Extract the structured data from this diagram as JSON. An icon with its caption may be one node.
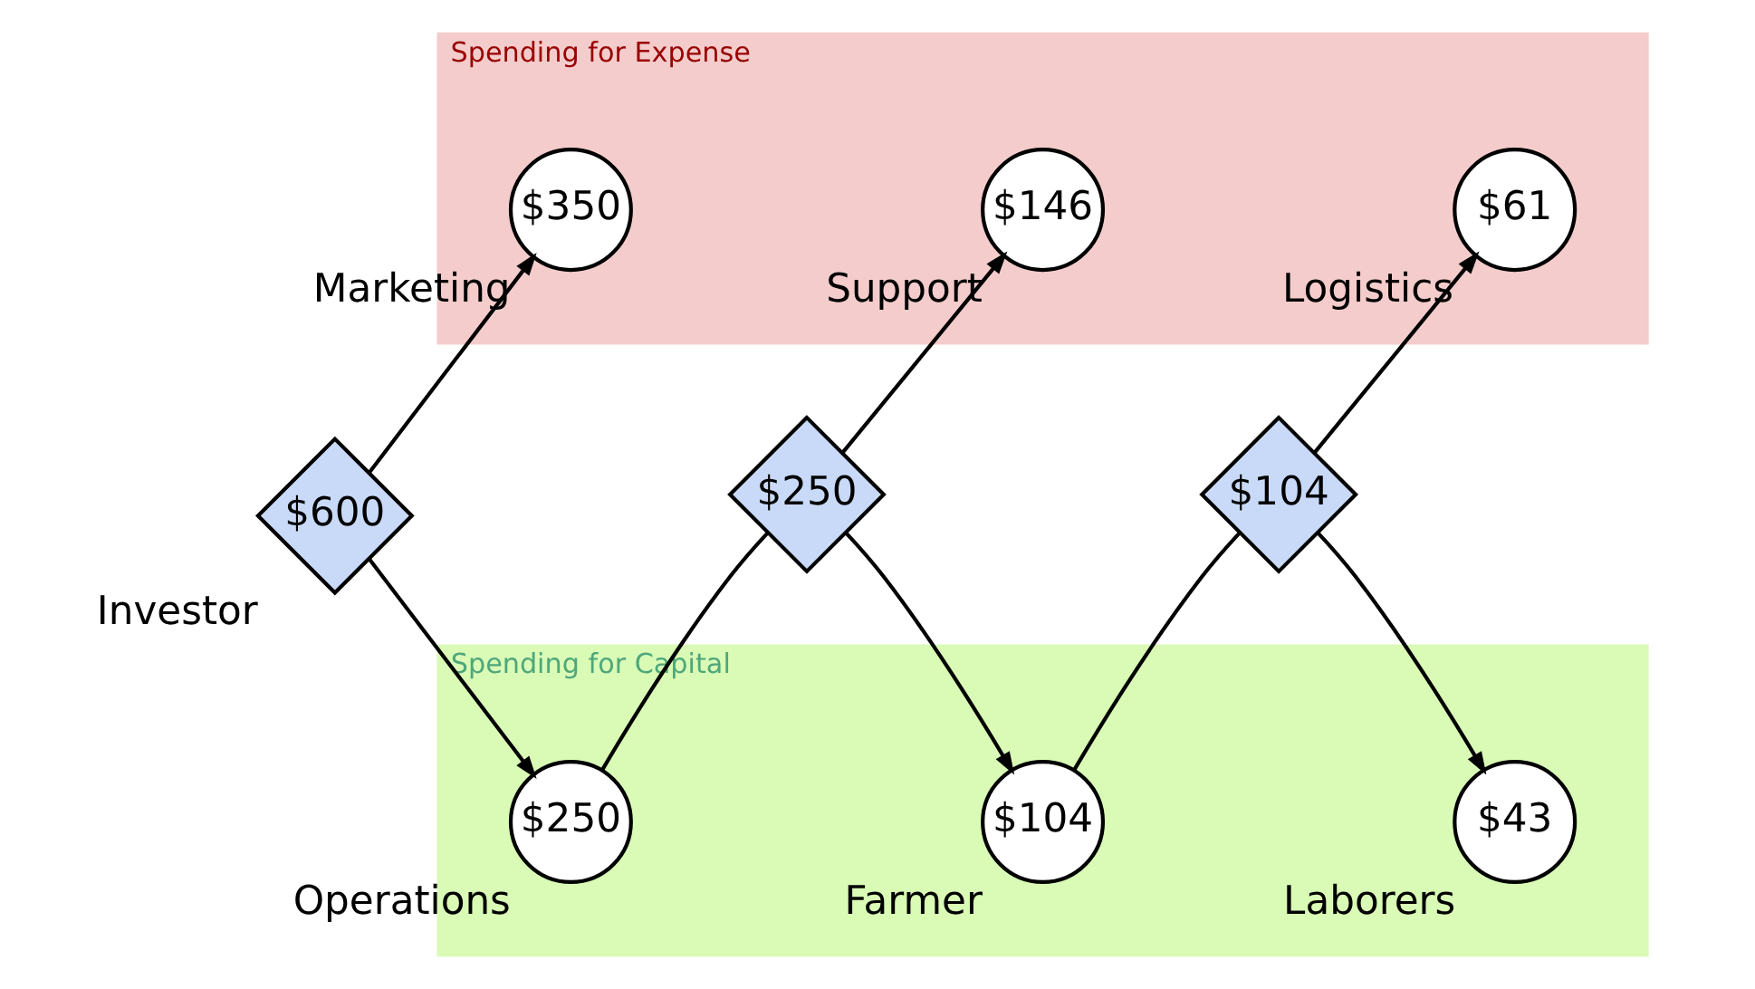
{
  "diagram": {
    "nodes": [
      {
        "text": [
          "Spending for Expense"
        ]
      },
      {
        "text": [
          "Spending for Capital"
        ]
      },
      {
        "text": [
          "$600"
        ],
        "beside": [
          "Investor"
        ]
      },
      {
        "text": [
          "$350"
        ],
        "in": 0,
        "beside": [
          "Marketing"
        ]
      },
      {
        "text": [
          "$250"
        ],
        "in": 1,
        "beside": [
          "Operations"
        ]
      },
      {
        "text": [
          "$250"
        ]
      },
      {
        "text": [
          "$146"
        ],
        "in": 0,
        "beside": [
          "Support"
        ]
      },
      {
        "text": [
          "$104"
        ],
        "in": 1,
        "beside": [
          "Farmer"
        ]
      },
      {
        "text": [
          "$104"
        ]
      },
      {
        "text": [
          "$61"
        ],
        "in": 0,
        "beside": [
          "Logistics"
        ]
      },
      {
        "text": [
          "$43"
        ],
        "in": 1,
        "beside": [
          "Laborers"
        ]
      }
    ],
    "edges": [
      {
        "from": 2,
        "to": 3,
        "arrow": "to"
      },
      {
        "from": 2,
        "to": 4,
        "arrow": "to"
      },
      {
        "from": 4,
        "to": 5,
        "arrow": "none"
      },
      {
        "from": 5,
        "to": 6,
        "arrow": "to"
      },
      {
        "from": 5,
        "to": 7,
        "arrow": "to"
      },
      {
        "from": 7,
        "to": 8,
        "arrow": "none"
      },
      {
        "from": 8,
        "to": 9,
        "arrow": "to"
      },
      {
        "from": 8,
        "to": 10,
        "arrow": "to"
      }
    ]
  }
}
